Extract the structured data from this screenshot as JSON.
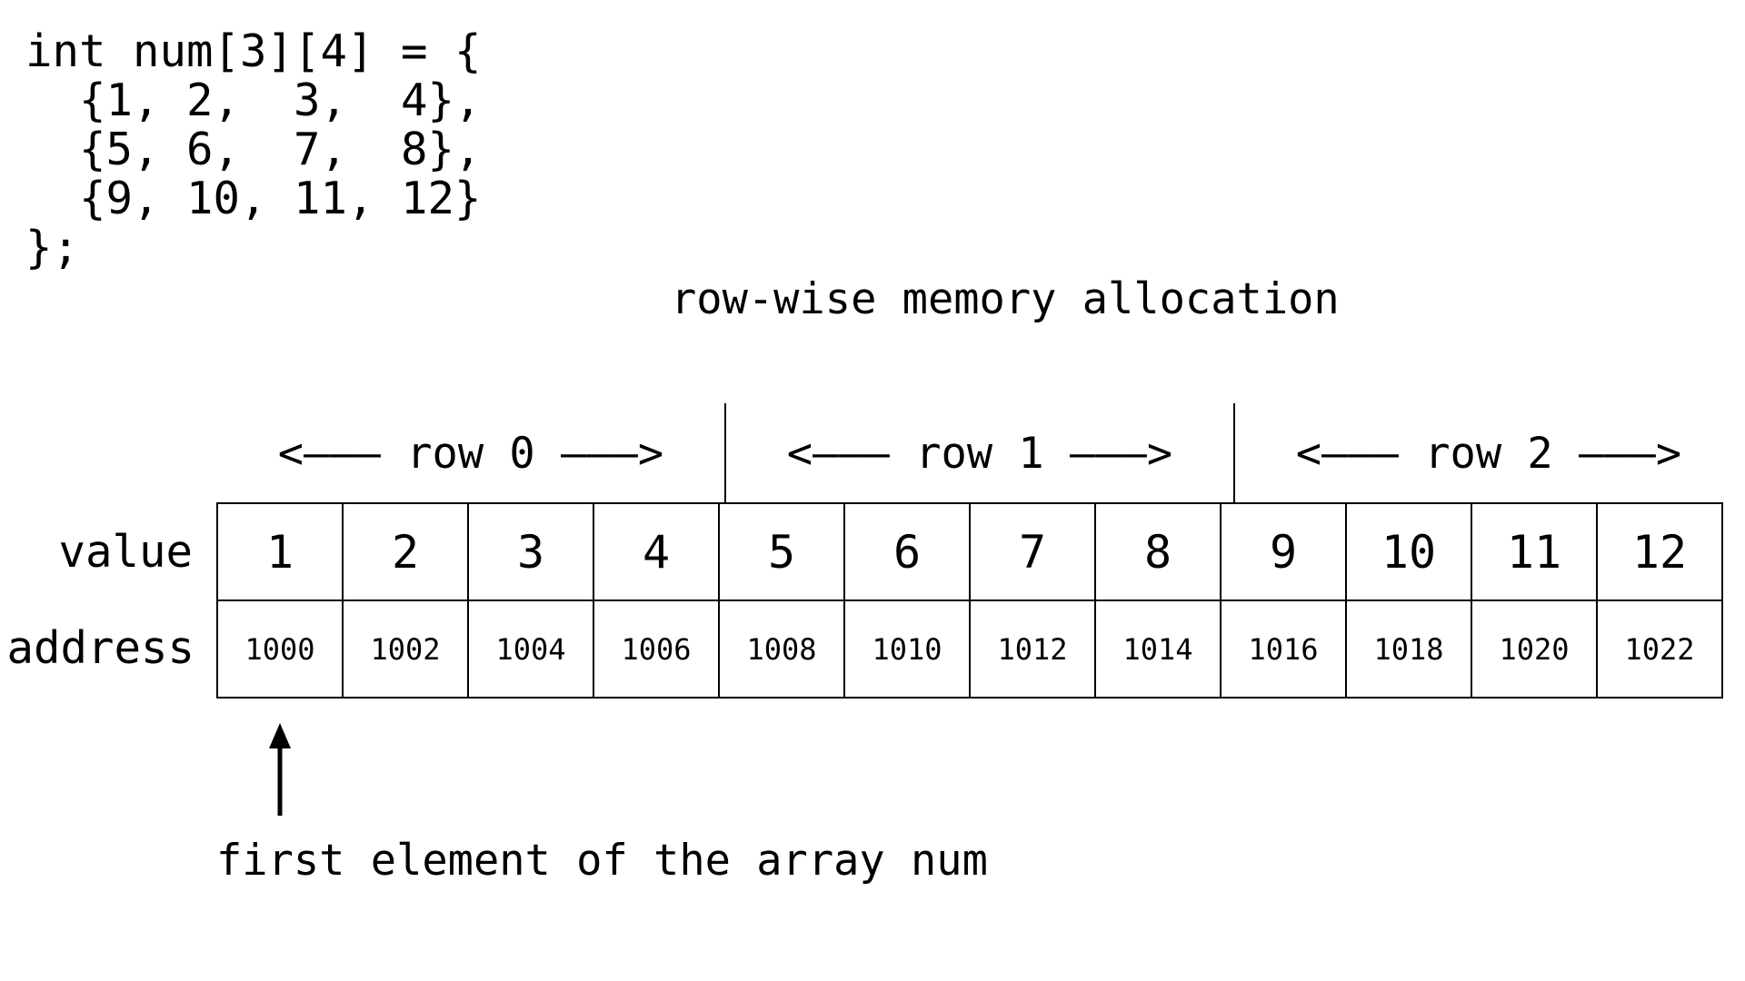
{
  "code_lines": [
    "int num[3][4] = {",
    "  {1, 2,  3,  4},",
    "  {5, 6,  7,  8},",
    "  {9, 10, 11, 12}",
    "};"
  ],
  "title": "row-wise memory allocation",
  "row_labels": [
    "<——— row 0 ———>",
    "<——— row 1 ———>",
    "<——— row 2 ———>"
  ],
  "value_label": "value",
  "address_label": "address",
  "cells": [
    {
      "value": "1",
      "address": "1000"
    },
    {
      "value": "2",
      "address": "1002"
    },
    {
      "value": "3",
      "address": "1004"
    },
    {
      "value": "4",
      "address": "1006"
    },
    {
      "value": "5",
      "address": "1008"
    },
    {
      "value": "6",
      "address": "1010"
    },
    {
      "value": "7",
      "address": "1012"
    },
    {
      "value": "8",
      "address": "1014"
    },
    {
      "value": "9",
      "address": "1016"
    },
    {
      "value": "10",
      "address": "1018"
    },
    {
      "value": "11",
      "address": "1020"
    },
    {
      "value": "12",
      "address": "1022"
    }
  ],
  "pointer_icon": "up-arrow-icon",
  "caption": "first element of the array num"
}
